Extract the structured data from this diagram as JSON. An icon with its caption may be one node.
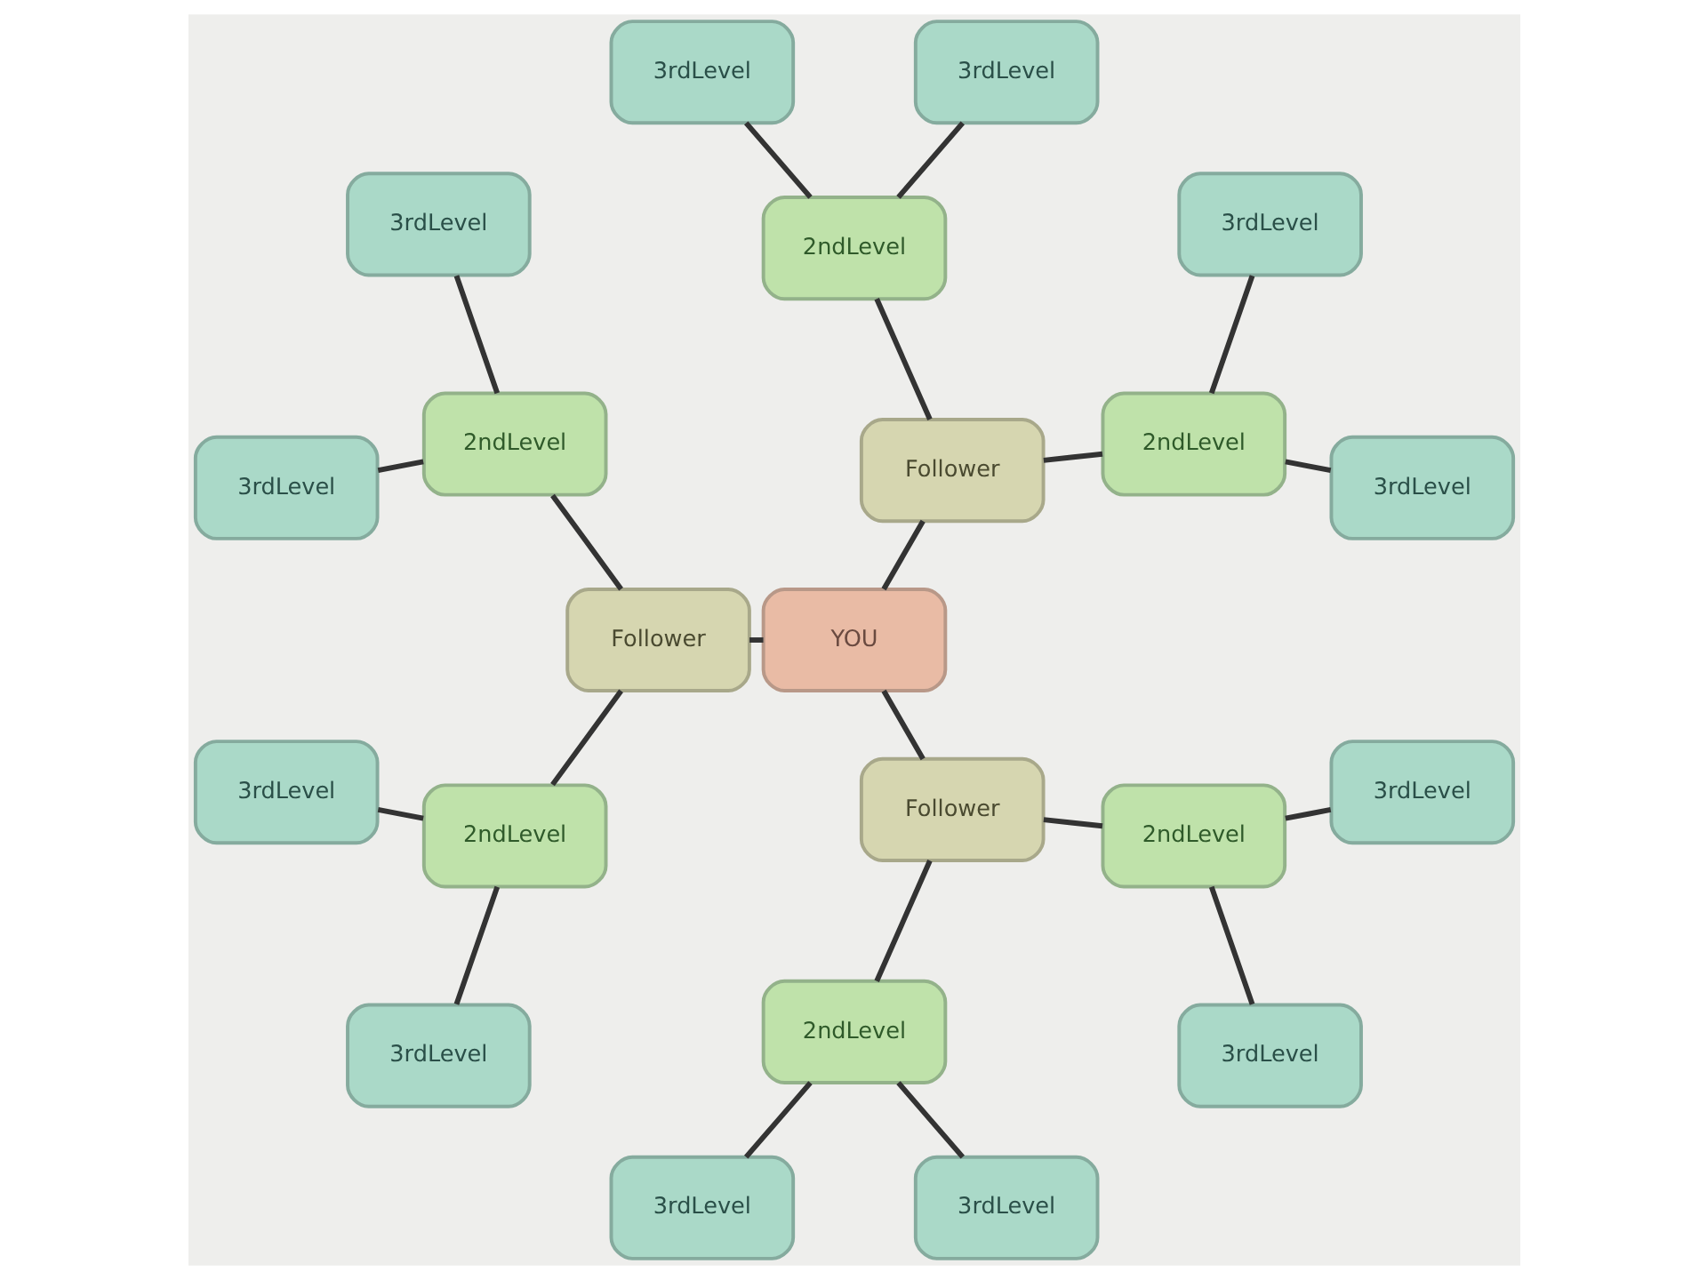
{
  "diagram": {
    "nodes": [
      {
        "text": [
          "YOU"
        ]
      },
      {
        "text": [
          "Follower"
        ]
      },
      {
        "text": [
          "Follower"
        ]
      },
      {
        "text": [
          "Follower"
        ]
      },
      {
        "text": [
          "2ndLevel"
        ]
      },
      {
        "text": [
          "3rdLevel"
        ]
      },
      {
        "text": [
          "3rdLevel"
        ]
      },
      {
        "text": [
          "2ndLevel"
        ]
      },
      {
        "text": [
          "3rdLevel"
        ]
      },
      {
        "text": [
          "3rdLevel"
        ]
      },
      {
        "text": [
          "2ndLevel"
        ]
      },
      {
        "text": [
          "3rdLevel"
        ]
      },
      {
        "text": [
          "3rdLevel"
        ]
      },
      {
        "text": [
          "2ndLevel"
        ]
      },
      {
        "text": [
          "3rdLevel"
        ]
      },
      {
        "text": [
          "3rdLevel"
        ]
      },
      {
        "text": [
          "2ndLevel"
        ]
      },
      {
        "text": [
          "3rdLevel"
        ]
      },
      {
        "text": [
          "3rdLevel"
        ]
      },
      {
        "text": [
          "2ndLevel"
        ]
      },
      {
        "text": [
          "3rdLevel"
        ]
      },
      {
        "text": [
          "3rdLevel"
        ]
      }
    ],
    "edges": [
      {
        "from": 0,
        "to": 1,
        "arrow": "none"
      },
      {
        "from": 0,
        "to": 2,
        "arrow": "none"
      },
      {
        "from": 0,
        "to": 3,
        "arrow": "none"
      },
      {
        "from": 1,
        "to": 4,
        "arrow": "none"
      },
      {
        "from": 4,
        "to": 5,
        "arrow": "none"
      },
      {
        "from": 4,
        "to": 6,
        "arrow": "none"
      },
      {
        "from": 1,
        "to": 7,
        "arrow": "none"
      },
      {
        "from": 7,
        "to": 8,
        "arrow": "none"
      },
      {
        "from": 7,
        "to": 9,
        "arrow": "none"
      },
      {
        "from": 2,
        "to": 10,
        "arrow": "none"
      },
      {
        "from": 10,
        "to": 11,
        "arrow": "none"
      },
      {
        "from": 10,
        "to": 12,
        "arrow": "none"
      },
      {
        "from": 2,
        "to": 13,
        "arrow": "none"
      },
      {
        "from": 13,
        "to": 14,
        "arrow": "none"
      },
      {
        "from": 13,
        "to": 15,
        "arrow": "none"
      },
      {
        "from": 3,
        "to": 16,
        "arrow": "none"
      },
      {
        "from": 16,
        "to": 17,
        "arrow": "none"
      },
      {
        "from": 16,
        "to": 18,
        "arrow": "none"
      },
      {
        "from": 3,
        "to": 19,
        "arrow": "none"
      },
      {
        "from": 19,
        "to": 20,
        "arrow": "none"
      },
      {
        "from": 19,
        "to": 21,
        "arrow": "none"
      }
    ]
  }
}
